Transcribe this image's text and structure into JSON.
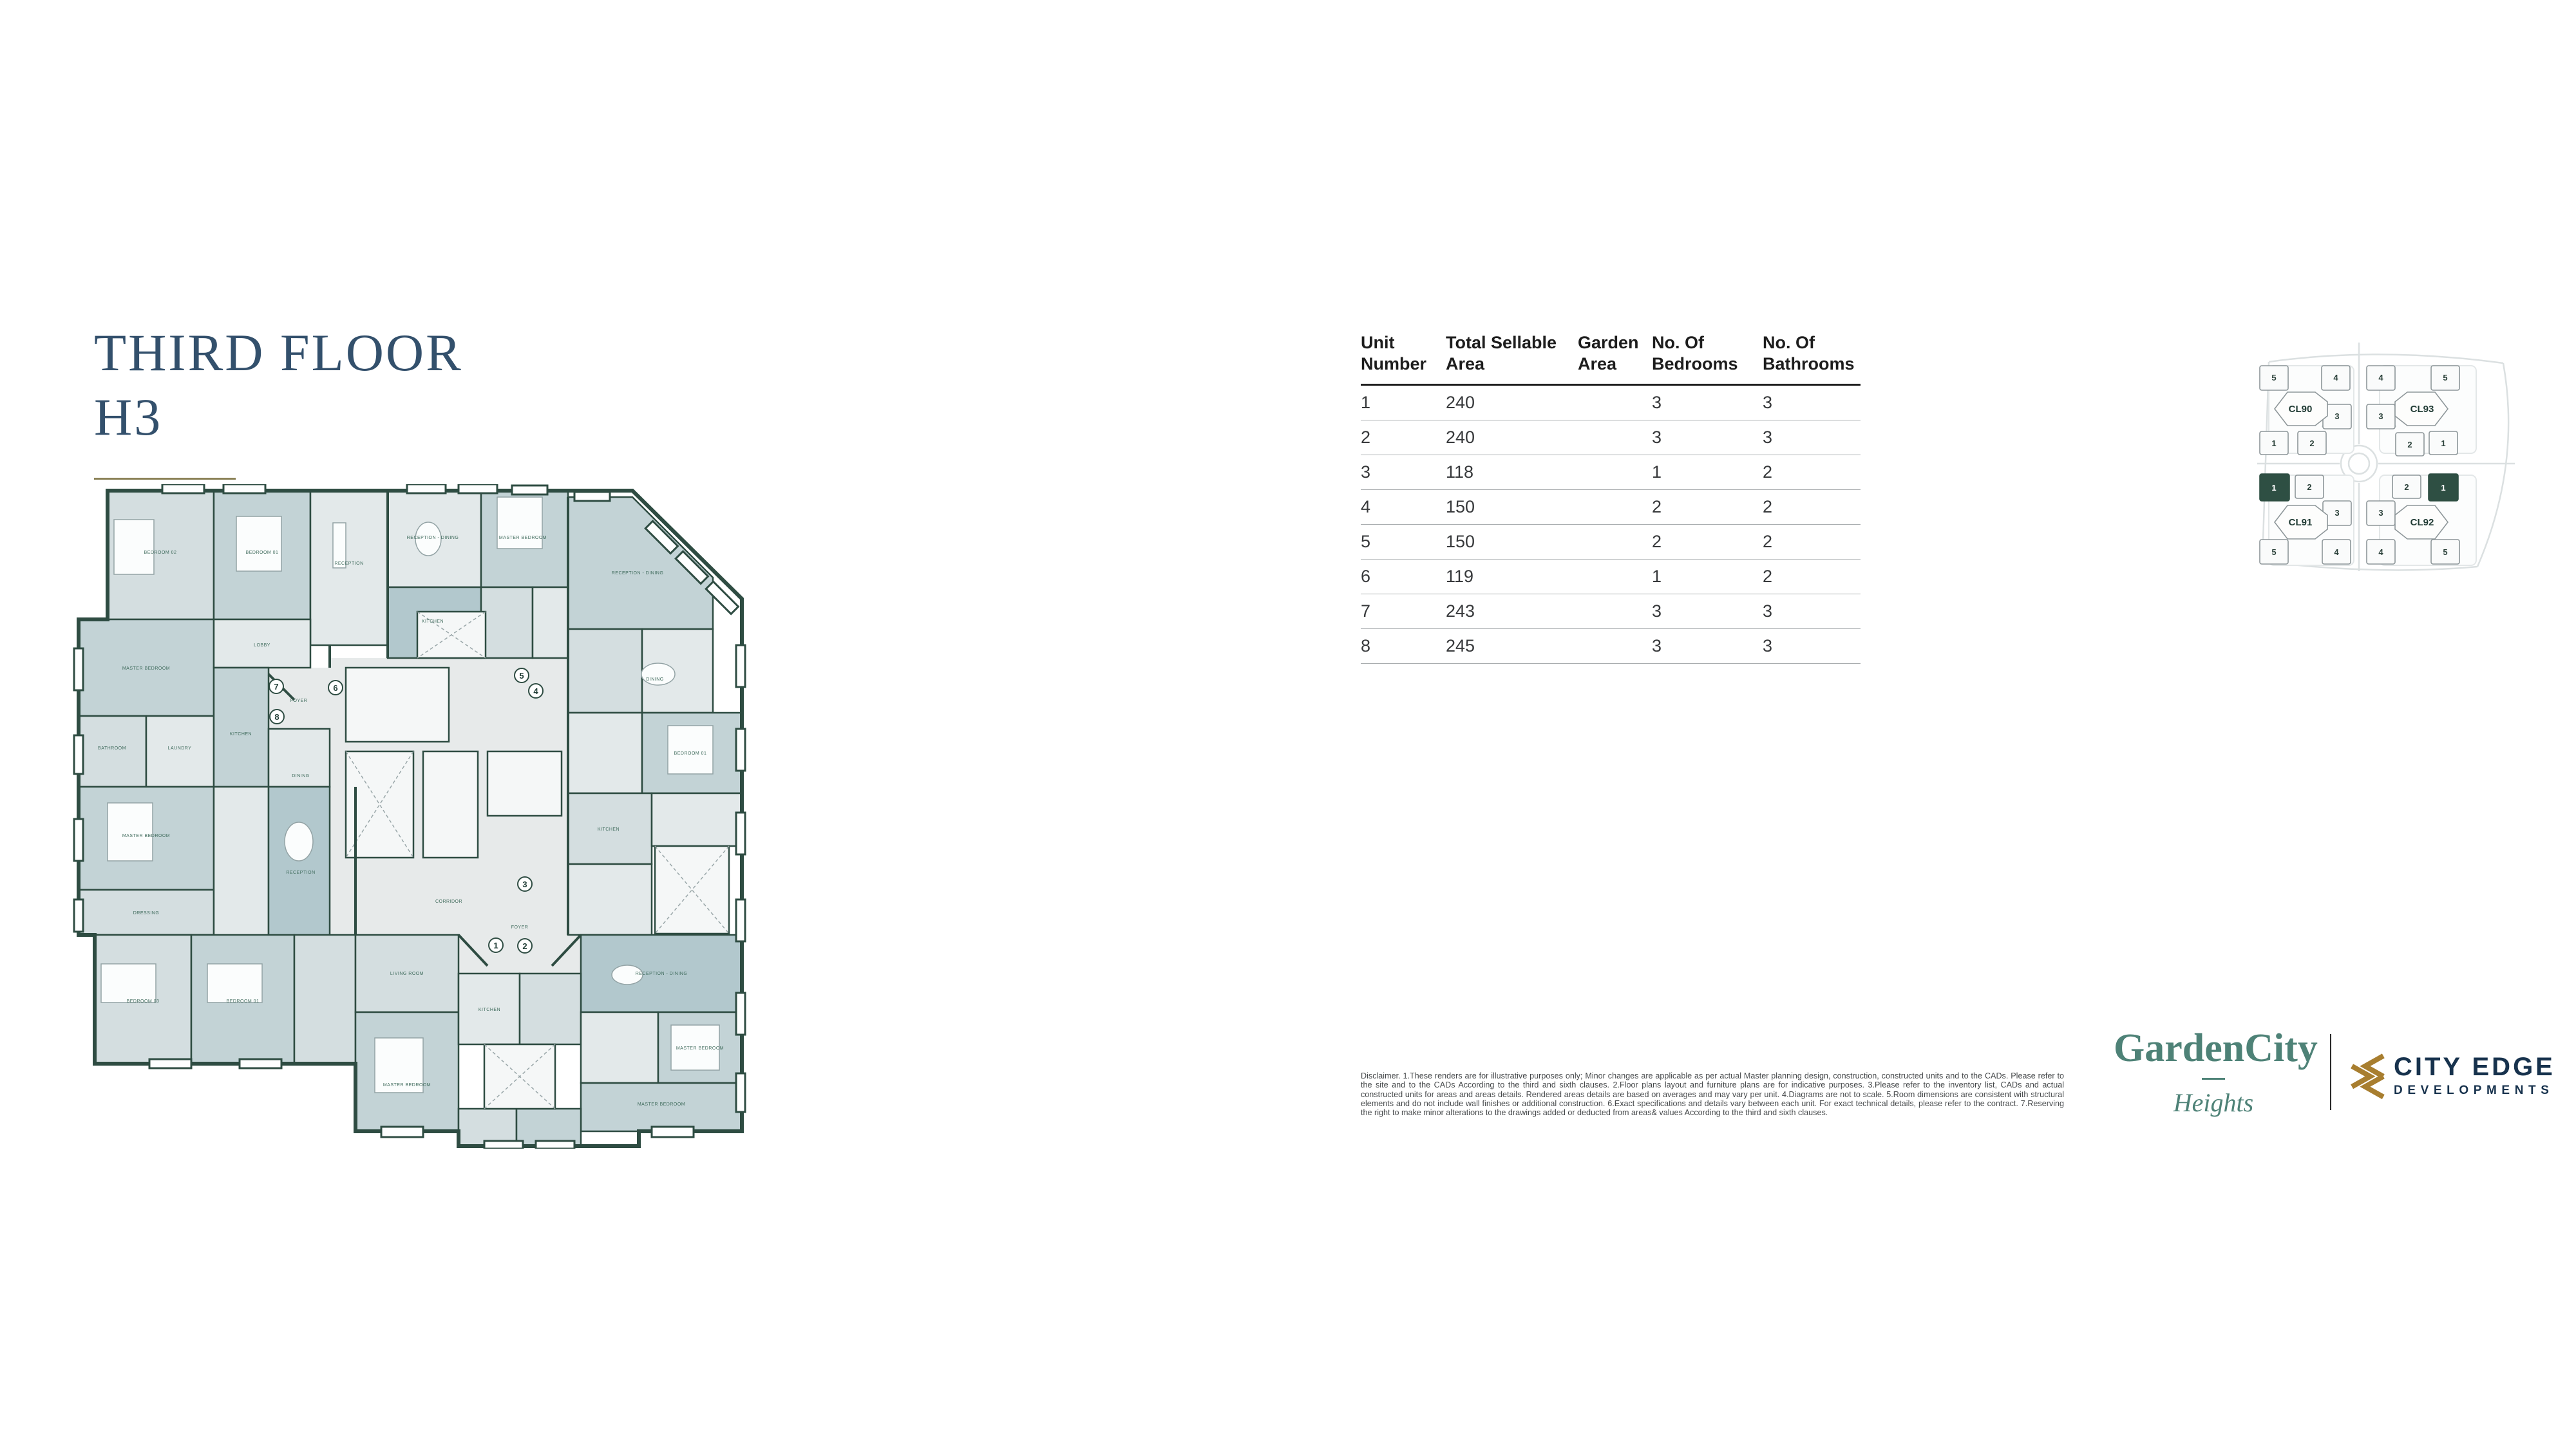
{
  "page": {
    "title_line1": "THIRD FLOOR",
    "title_line2": "H3"
  },
  "table": {
    "headers": [
      "Unit\nNumber",
      "Total Sellable\nArea",
      "Garden\nArea",
      "No. Of\nBedrooms",
      "No. Of\nBathrooms"
    ],
    "rows": [
      {
        "unit": "1",
        "area": "240",
        "garden": "",
        "bedrooms": "3",
        "bathrooms": "3"
      },
      {
        "unit": "2",
        "area": "240",
        "garden": "",
        "bedrooms": "3",
        "bathrooms": "3"
      },
      {
        "unit": "3",
        "area": "118",
        "garden": "",
        "bedrooms": "1",
        "bathrooms": "2"
      },
      {
        "unit": "4",
        "area": "150",
        "garden": "",
        "bedrooms": "2",
        "bathrooms": "2"
      },
      {
        "unit": "5",
        "area": "150",
        "garden": "",
        "bedrooms": "2",
        "bathrooms": "2"
      },
      {
        "unit": "6",
        "area": "119",
        "garden": "",
        "bedrooms": "1",
        "bathrooms": "2"
      },
      {
        "unit": "7",
        "area": "243",
        "garden": "",
        "bedrooms": "3",
        "bathrooms": "3"
      },
      {
        "unit": "8",
        "area": "245",
        "garden": "",
        "bedrooms": "3",
        "bathrooms": "3"
      }
    ]
  },
  "floor_plan": {
    "unit_markers": [
      {
        "label": "1"
      },
      {
        "label": "2"
      },
      {
        "label": "3"
      },
      {
        "label": "4"
      },
      {
        "label": "5"
      },
      {
        "label": "6"
      },
      {
        "label": "7"
      },
      {
        "label": "8"
      }
    ],
    "room_labels": [
      "BEDROOM 02",
      "BEDROOM 01",
      "RECEPTION",
      "LOBBY",
      "MASTER BEDROOM",
      "BATHROOM",
      "LAUNDRY",
      "MASTER BEDROOM",
      "DRESSING",
      "KITCHEN",
      "DINING",
      "RECEPTION",
      "BEDROOM 03",
      "BEDROOM 01",
      "CORRIDOR",
      "RECEPTION - DINING",
      "MASTER BEDROOM",
      "KITCHEN",
      "RECEPTION - DINING",
      "DINING",
      "BEDROOM 01",
      "KITCHEN",
      "MASTER BEDROOM",
      "RECEPTION - DINING",
      "LIVING ROOM",
      "KITCHEN",
      "MASTER BEDROOM",
      "MASTER BEDROOM",
      "FOYER",
      "FOYER"
    ]
  },
  "site_map": {
    "clusters": [
      {
        "label": "CL90",
        "buildings": [
          {
            "label": "5"
          },
          {
            "label": "4"
          },
          {
            "label": "3"
          },
          {
            "label": "2"
          },
          {
            "label": "1"
          }
        ]
      },
      {
        "label": "CL93",
        "buildings": [
          {
            "label": "4"
          },
          {
            "label": "5"
          },
          {
            "label": "3"
          },
          {
            "label": "2"
          },
          {
            "label": "1"
          }
        ]
      },
      {
        "label": "CL91",
        "buildings": [
          {
            "label": "1",
            "highlight": true
          },
          {
            "label": "2"
          },
          {
            "label": "3"
          },
          {
            "label": "5"
          },
          {
            "label": "4"
          }
        ]
      },
      {
        "label": "CL92",
        "buildings": [
          {
            "label": "2"
          },
          {
            "label": "1",
            "highlight": true
          },
          {
            "label": "3"
          },
          {
            "label": "4"
          },
          {
            "label": "5"
          }
        ]
      }
    ]
  },
  "disclaimer": "Disclaimer. 1.These renders are for illustrative purposes only; Minor changes are applicable as per actual Master planning design, construction, constructed units and to the CADs. Please refer to the site and to the CADs According to the third and sixth clauses. 2.Floor plans layout and furniture plans are for indicative purposes. 3.Please refer to the inventory list, CADs and actual constructed units for areas and areas details. Rendered areas details are based on averages and may vary per unit. 4.Diagrams are not to scale. 5.Room dimensions are consistent with structural elements and do not include wall finishes or additional construction. 6.Exact specifications and details vary between each unit. For exact technical details, please refer to the contract. 7.Reserving the right to make minor alterations to the drawings added or deducted from areas& values According to the third and sixth clauses.",
  "footer": {
    "brand": "GardenCity",
    "brand_sub": "Heights",
    "developer_name": "CITY EDGE",
    "developer_sub": "DEVELOPMENTS"
  },
  "colors": {
    "title_navy": "#33506c",
    "underline_gold": "#8a8156",
    "plan_wall_green": "#2e4c42",
    "plan_room_light": "#dce4e6",
    "plan_room_teal": "#b2c8cd",
    "plan_corridor": "#e7eaea",
    "brand_teal": "#4e8277",
    "developer_navy": "#17324d",
    "developer_gold": "#a87e2f",
    "map_highlight_green": "#2e4f43"
  }
}
